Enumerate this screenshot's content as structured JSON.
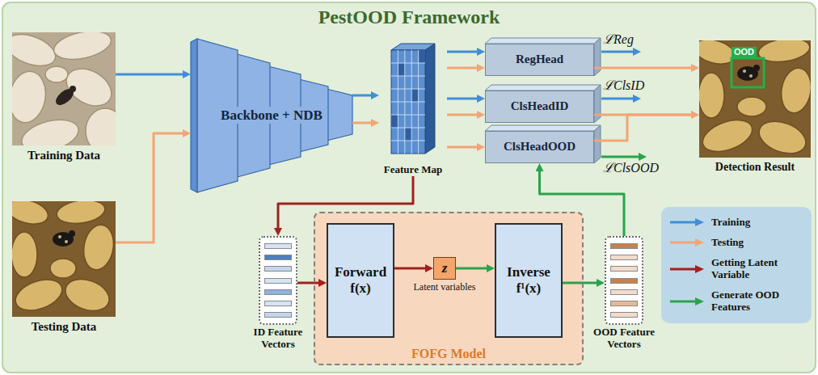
{
  "diagram": {
    "title": "PestOOD Framework",
    "nodes": [
      {
        "text": [
          "Training Data"
        ]
      },
      {
        "text": [
          "Testing Data"
        ]
      },
      {
        "text": [
          "Backbone + NDB"
        ]
      },
      {
        "text": [
          "Feature Map"
        ]
      },
      {
        "text": [
          "RegHead"
        ]
      },
      {
        "text": [
          "ClsHeadID"
        ]
      },
      {
        "text": [
          "ClsHeadOOD"
        ]
      },
      {
        "text": [
          "Detection Result"
        ]
      },
      {
        "text": [
          "ID Feature Vectors"
        ]
      },
      {
        "text": [
          "FOFG Model"
        ]
      },
      {
        "text": [
          "Forward f(x)"
        ],
        "in": 9
      },
      {
        "text": [
          "z",
          "Latent variables"
        ],
        "in": 9
      },
      {
        "text": [
          "Inverse f¹(x)"
        ],
        "in": 9
      },
      {
        "text": [
          "OOD Feature Vectors"
        ]
      }
    ],
    "edges": [
      {
        "from": 0,
        "to": 2,
        "arrow": "to"
      },
      {
        "from": 1,
        "to": 2,
        "arrow": "to"
      },
      {
        "from": 2,
        "to": 3,
        "arrow": "to"
      },
      {
        "from": 2,
        "to": 3,
        "arrow": "to"
      },
      {
        "from": 3,
        "to": 4,
        "arrow": "to"
      },
      {
        "from": 3,
        "to": 4,
        "arrow": "to"
      },
      {
        "from": 3,
        "to": 5,
        "arrow": "to"
      },
      {
        "from": 3,
        "to": 5,
        "arrow": "to"
      },
      {
        "from": 3,
        "to": 6,
        "arrow": "to"
      },
      {
        "from": 4,
        "to": 7,
        "arrow": "to"
      },
      {
        "from": 5,
        "to": 7,
        "arrow": "to"
      },
      {
        "from": 6,
        "to": 7,
        "arrow": "to"
      },
      {
        "from": 3,
        "to": 8,
        "arrow": "to"
      },
      {
        "from": 8,
        "to": 10,
        "arrow": "to"
      },
      {
        "from": 10,
        "to": 11,
        "arrow": "to"
      },
      {
        "from": 11,
        "to": 12,
        "arrow": "to"
      },
      {
        "from": 12,
        "to": 13,
        "arrow": "to"
      },
      {
        "from": 13,
        "to": 6,
        "arrow": "to"
      }
    ],
    "labels": [
      "ℒReg",
      "ℒClsID",
      "ℒClsOOD",
      "OOD"
    ],
    "legend": [
      {
        "text": "Training"
      },
      {
        "text": "Testing"
      },
      {
        "text": "Getting Latent Variable"
      },
      {
        "text": "Generate OOD Features"
      }
    ]
  }
}
